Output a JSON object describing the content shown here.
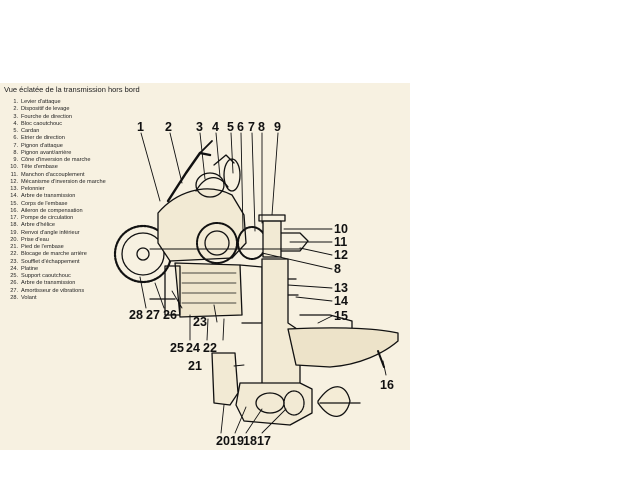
{
  "title": "Vue éclatée de la transmission hors bord",
  "legend": [
    {
      "num": "1.",
      "label": "Levier d'attaque"
    },
    {
      "num": "2.",
      "label": "Dispositif de levage"
    },
    {
      "num": "3.",
      "label": "Fourche de direction"
    },
    {
      "num": "4.",
      "label": "Bloc caoutchouc"
    },
    {
      "num": "5.",
      "label": "Cardan"
    },
    {
      "num": "6.",
      "label": "Etrier de direction"
    },
    {
      "num": "7.",
      "label": "Pignon d'attaque"
    },
    {
      "num": "8.",
      "label": "Pignon avant/arrière"
    },
    {
      "num": "9.",
      "label": "Cône d'inversion de marche"
    },
    {
      "num": "10.",
      "label": "Tête d'embase"
    },
    {
      "num": "11.",
      "label": "Manchon d'accouplement"
    },
    {
      "num": "12.",
      "label": "Mécanisme d'inversion de marche"
    },
    {
      "num": "13.",
      "label": "Pelonnier"
    },
    {
      "num": "14.",
      "label": "Arbre de transmission"
    },
    {
      "num": "15.",
      "label": "Corps de l'embase"
    },
    {
      "num": "16.",
      "label": "Aileron de compensation"
    },
    {
      "num": "17.",
      "label": "Pompe de circulation"
    },
    {
      "num": "18.",
      "label": "Arbre d'hélice"
    },
    {
      "num": "19.",
      "label": "Renvoi d'angle inférieur"
    },
    {
      "num": "20.",
      "label": "Prise d'eau"
    },
    {
      "num": "21.",
      "label": "Pied de l'embase"
    },
    {
      "num": "22.",
      "label": "Blocage de marche arrière"
    },
    {
      "num": "23.",
      "label": "Soufflet d'échappement"
    },
    {
      "num": "24.",
      "label": "Platine"
    },
    {
      "num": "25.",
      "label": "Support caoutchouc"
    },
    {
      "num": "26.",
      "label": "Arbre de transmission"
    },
    {
      "num": "27.",
      "label": "Amortisseur de vibrations"
    },
    {
      "num": "28.",
      "label": "Volant"
    }
  ],
  "callouts": {
    "c1": "1",
    "c2": "2",
    "c3": "3",
    "c4": "4",
    "c5": "5",
    "c6": "6",
    "c7": "7",
    "c8": "8",
    "c9": "9",
    "c10": "10",
    "c11": "11",
    "c12": "12",
    "c8b": "8",
    "c13": "13",
    "c14": "14",
    "c15": "15",
    "c16": "16",
    "c17": "17",
    "c18": "18",
    "c19": "19",
    "c20": "20",
    "c21": "21",
    "c22": "22",
    "c23": "23",
    "c24": "24",
    "c25": "25",
    "c26": "26",
    "c27": "27",
    "c28": "28"
  },
  "colors": {
    "paper": "#f7f1e1",
    "ink": "#111111"
  }
}
